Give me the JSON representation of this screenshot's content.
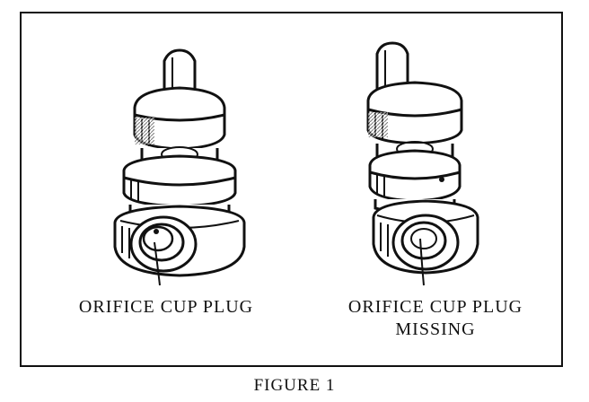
{
  "figure": {
    "caption": "FIGURE 1",
    "left_label": "ORIFICE CUP PLUG",
    "right_label_line1": "ORIFICE CUP PLUG",
    "right_label_line2": "MISSING"
  },
  "parts": [
    {
      "id": "left",
      "plug_present": true
    },
    {
      "id": "right",
      "plug_present": false
    }
  ],
  "colors": {
    "ink": "#111111",
    "paper": "#ffffff"
  }
}
